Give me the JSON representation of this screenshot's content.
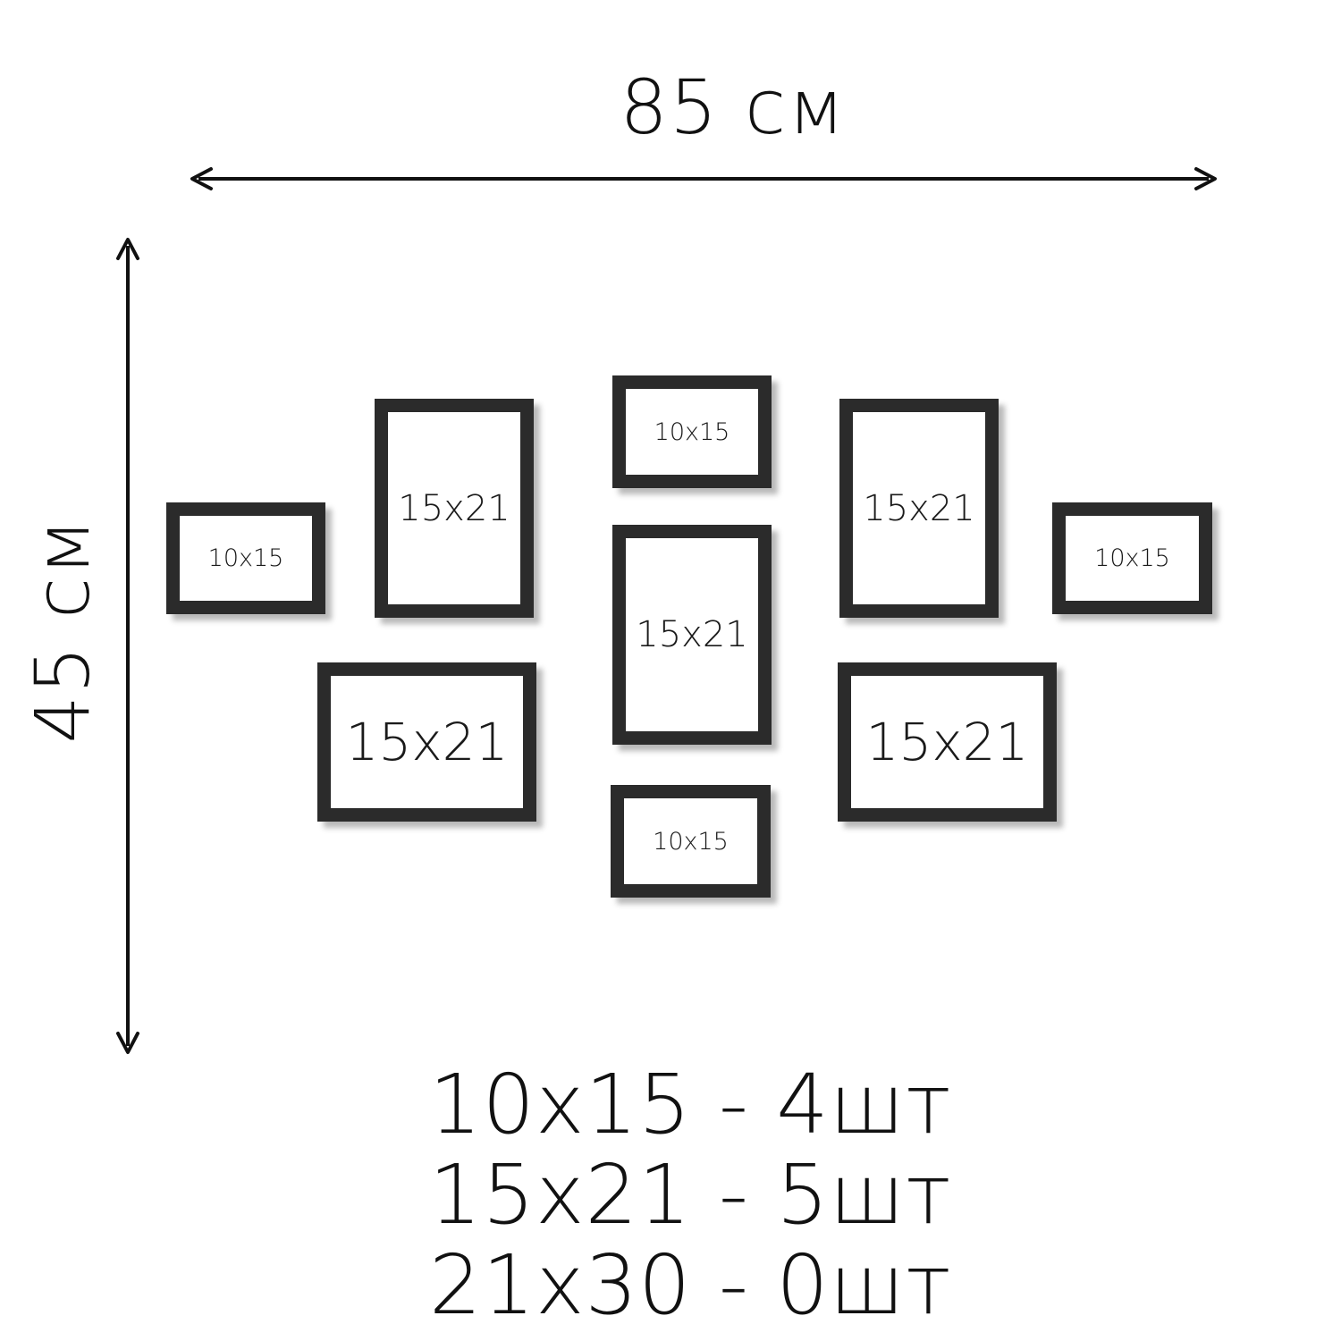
{
  "dimensions": {
    "width_label": "85 см",
    "height_label": "45 см"
  },
  "frames": [
    {
      "label": "10x15"
    },
    {
      "label": "15x21"
    },
    {
      "label": "10x15"
    },
    {
      "label": "15x21"
    },
    {
      "label": "10x15"
    },
    {
      "label": "15x21"
    },
    {
      "label": "15x21"
    },
    {
      "label": "15x21"
    },
    {
      "label": "10x15"
    }
  ],
  "summary": [
    {
      "text": "10x15 - 4шт"
    },
    {
      "text": "15x21 - 5шт"
    },
    {
      "text": "21x30 - 0шт"
    }
  ],
  "colors": {
    "frame": "#2b2b2b",
    "text": "#111111",
    "background": "#ffffff"
  }
}
